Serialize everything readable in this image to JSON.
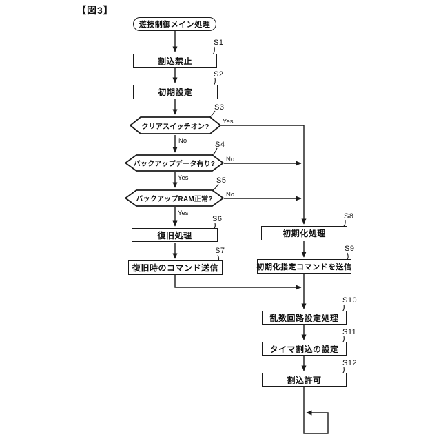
{
  "figure": {
    "label": "【図3】"
  },
  "colors": {
    "line": "#1a1a1a",
    "background": "#ffffff"
  },
  "diagram_type": "flowchart",
  "nodes": {
    "start": {
      "id": "",
      "type": "terminal",
      "label": "遊技制御メイン処理"
    },
    "s1": {
      "id": "S1",
      "type": "process",
      "label": "割込禁止"
    },
    "s2": {
      "id": "S2",
      "type": "process",
      "label": "初期設定"
    },
    "s3": {
      "id": "S3",
      "type": "decision",
      "label": "クリアスイッチオン?"
    },
    "s4": {
      "id": "S4",
      "type": "decision",
      "label": "バックアップデータ有り?"
    },
    "s5": {
      "id": "S5",
      "type": "decision",
      "label": "バックアップRAM正常?"
    },
    "s6": {
      "id": "S6",
      "type": "process",
      "label": "復旧処理"
    },
    "s7": {
      "id": "S7",
      "type": "process",
      "label": "復旧時のコマンド送信"
    },
    "s8": {
      "id": "S8",
      "type": "process",
      "label": "初期化処理"
    },
    "s9": {
      "id": "S9",
      "type": "process",
      "label": "初期化指定コマンドを送信"
    },
    "s10": {
      "id": "S10",
      "type": "process",
      "label": "乱数回路設定処理"
    },
    "s11": {
      "id": "S11",
      "type": "process",
      "label": "タイマ割込の設定"
    },
    "s12": {
      "id": "S12",
      "type": "process",
      "label": "割込許可"
    }
  },
  "edge_labels": {
    "s3_yes": "Yes",
    "s3_no": "No",
    "s4_no": "No",
    "s4_yes": "Yes",
    "s5_no": "No",
    "s5_yes": "Yes"
  }
}
